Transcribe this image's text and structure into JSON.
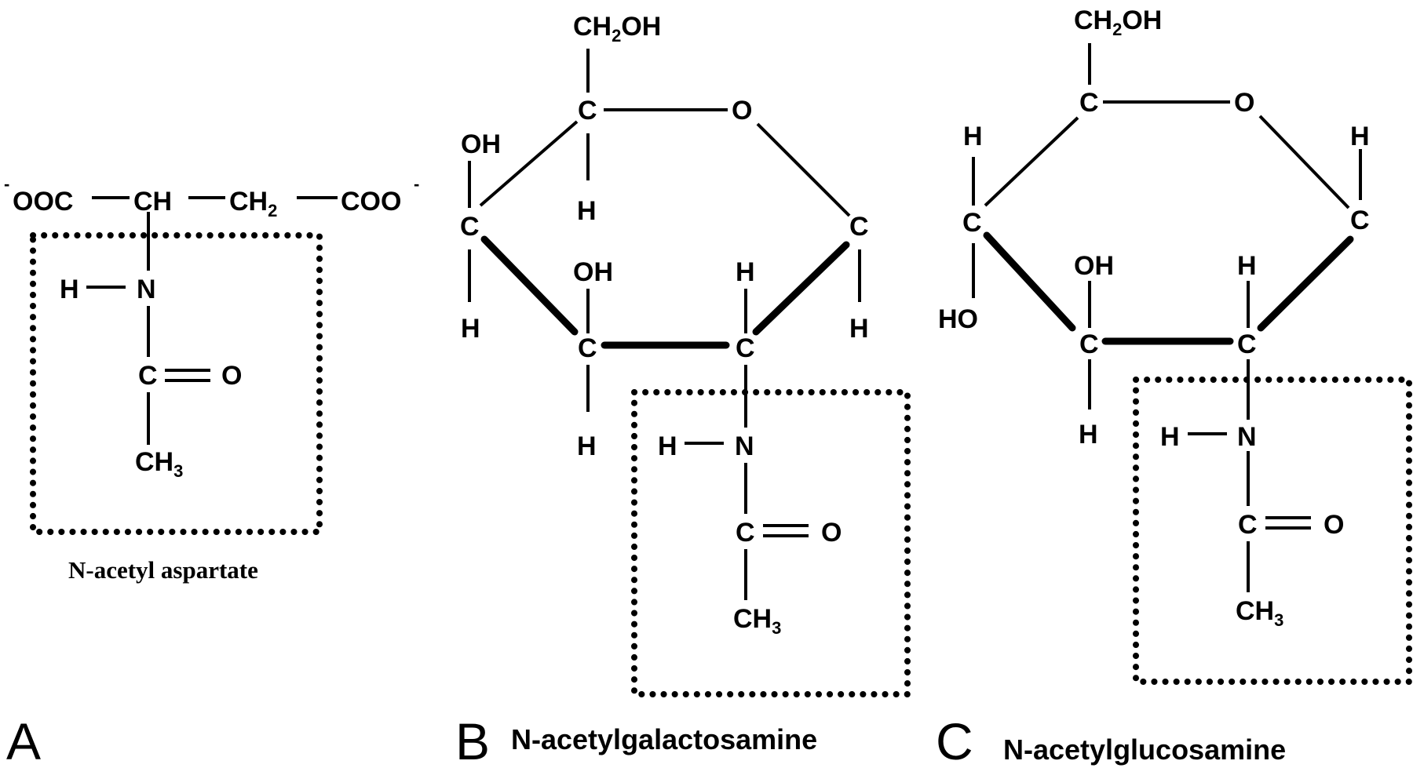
{
  "panels": [
    {
      "letter": "A",
      "caption": "N-acetyl aspartate",
      "atoms": {
        "minus_left": "-",
        "ooc": "OOC",
        "ch": "CH",
        "ch2_main": "CH",
        "ch2_sub": "2",
        "coo": "COO",
        "minus_right": "-",
        "h": "H",
        "n": "N",
        "c": "C",
        "o": "O",
        "ch3_main": "CH",
        "ch3_sub": "3"
      }
    },
    {
      "letter": "B",
      "caption": "N-acetylgalactosamine",
      "atoms": {
        "ch2oh_a": "CH",
        "ch2oh_sub": "2",
        "ch2oh_b": "OH",
        "c_top": "C",
        "o_ring": "O",
        "h_top": "H",
        "oh_left": "OH",
        "c_left": "C",
        "h_left": "H",
        "c_right": "C",
        "h_right": "H",
        "oh_mid": "OH",
        "c_bl": "C",
        "h_bl": "H",
        "h_br_up": "H",
        "c_br": "C",
        "h_nh": "H",
        "n": "N",
        "c_carbonyl": "C",
        "o_carbonyl": "O",
        "ch3_main": "CH",
        "ch3_sub": "3"
      }
    },
    {
      "letter": "C",
      "caption": "N-acetylglucosamine",
      "atoms": {
        "ch2oh_a": "CH",
        "ch2oh_sub": "2",
        "ch2oh_b": "OH",
        "c_top": "C",
        "o_ring": "O",
        "h_left_up": "H",
        "h_right_up": "H",
        "c_left": "C",
        "c_right": "C",
        "ho_left": "HO",
        "oh_mid": "OH",
        "h_br_up": "H",
        "c_bl": "C",
        "c_br": "C",
        "h_bl": "H",
        "h_nh": "H",
        "n": "N",
        "c_carbonyl": "C",
        "o_carbonyl": "O",
        "ch3_main": "CH",
        "ch3_sub": "3"
      }
    }
  ]
}
